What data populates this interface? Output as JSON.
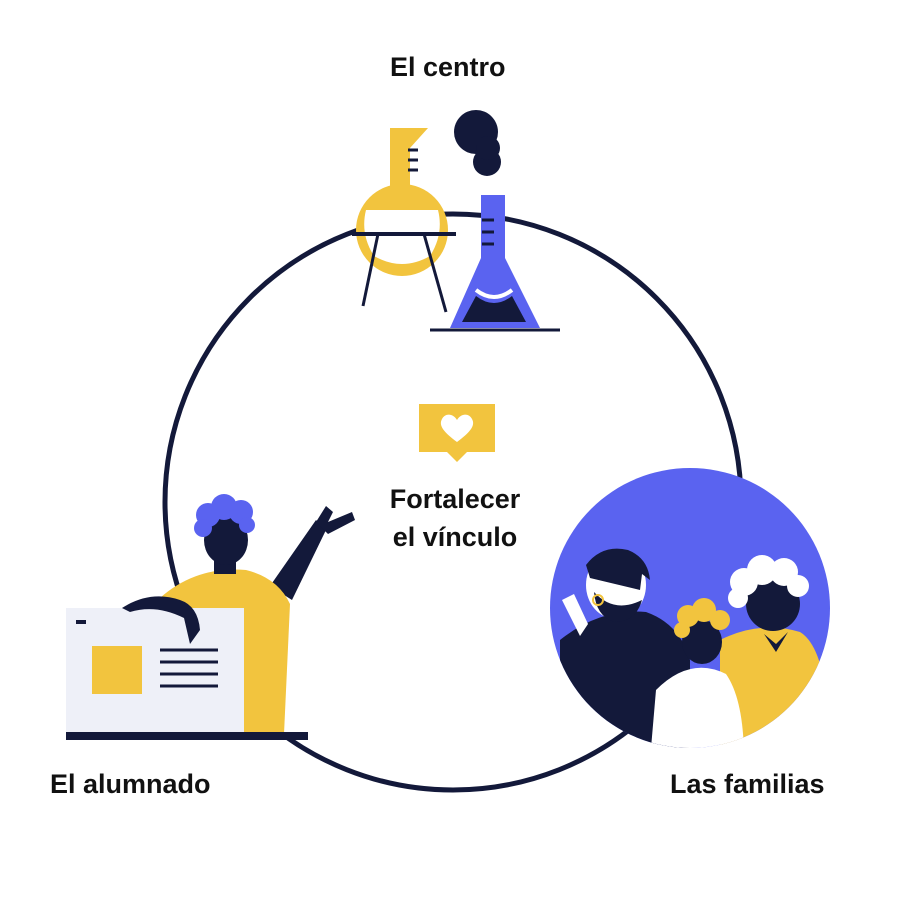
{
  "nodes": {
    "top": "El centro",
    "left": "El alumnado",
    "right": "Las familias"
  },
  "center": {
    "line1": "Fortalecer",
    "line2": "el vínculo",
    "icon": "heart-speech-bubble-icon"
  },
  "colors": {
    "navy": "#13193a",
    "blue": "#5a63f0",
    "yellow": "#f2c43e",
    "panel": "#eef0f8",
    "white": "#ffffff"
  }
}
